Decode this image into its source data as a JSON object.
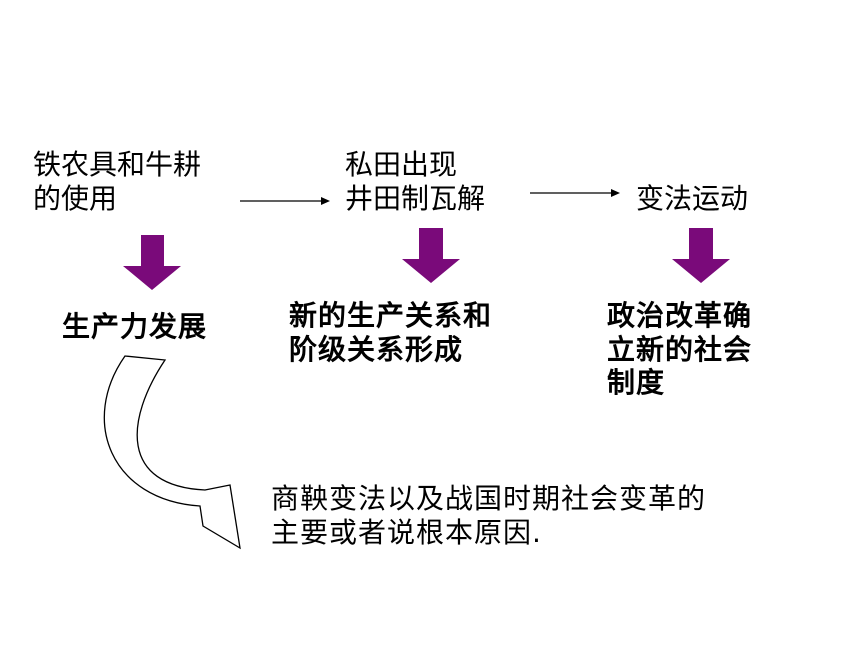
{
  "nodes": {
    "iron_tools": {
      "lines": [
        "铁农具和牛耕",
        "的使用"
      ]
    },
    "private_fields": {
      "lines": [
        "私田出现",
        "井田制瓦解"
      ]
    },
    "reform_movement": {
      "lines": [
        "变法运动"
      ]
    },
    "productivity": {
      "lines": [
        "生产力发展"
      ]
    },
    "new_relations": {
      "lines": [
        "新的生产关系和",
        "阶级关系形成"
      ]
    },
    "political_reform": {
      "lines": [
        "政治改革确",
        "立新的社会",
        "制度"
      ]
    },
    "conclusion": {
      "lines": [
        "商鞅变法以及战国时期社会变革的",
        "主要或者说根本原因."
      ]
    }
  },
  "colors": {
    "down_arrow": "#7a0a7a",
    "line": "#000000",
    "text": "#000000"
  }
}
